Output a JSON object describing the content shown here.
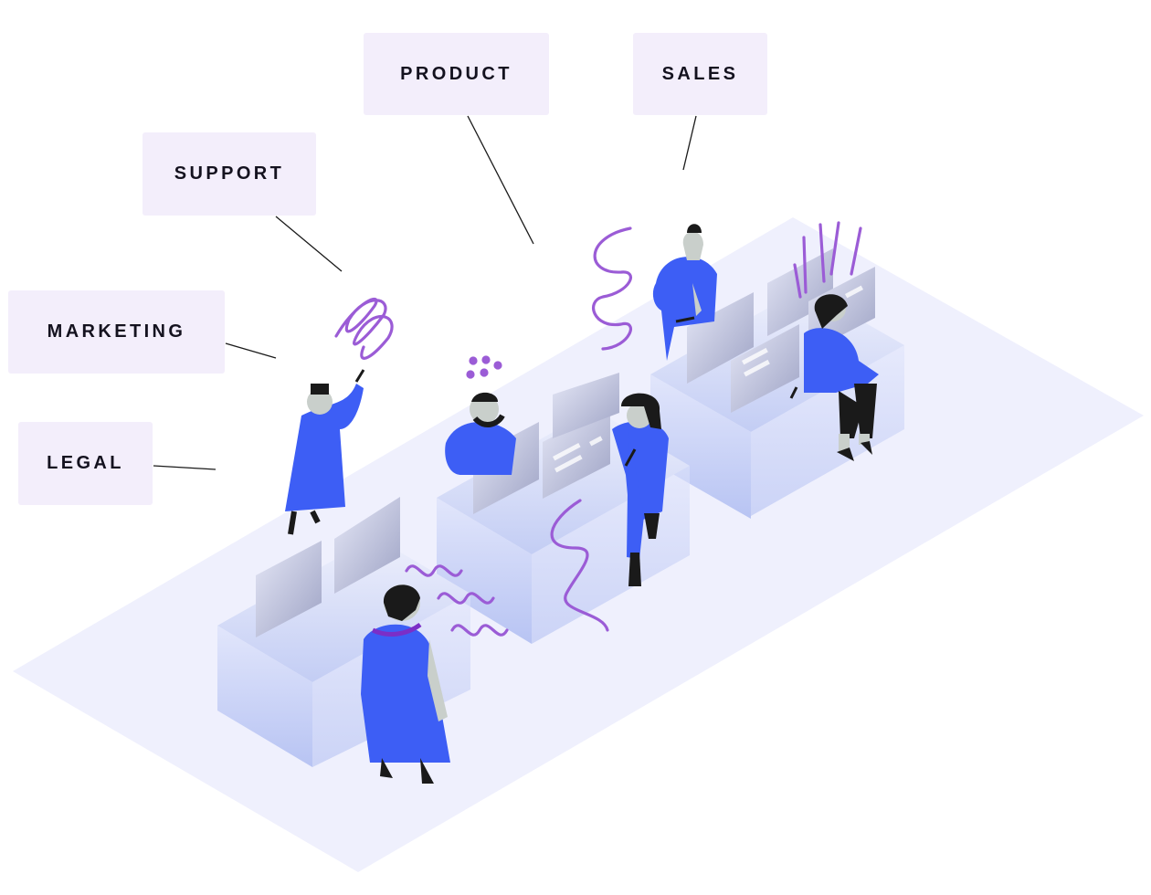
{
  "labels": {
    "product": "PRODUCT",
    "sales": "SALES",
    "support": "SUPPORT",
    "marketing": "MARKETING",
    "legal": "LEGAL"
  },
  "colors": {
    "label_background": "#f3eefb",
    "label_text": "#14121f",
    "floor": "#eff0fd",
    "desk": "#d8def8",
    "monitor": "#c9cde9",
    "figure": "#3d5ef5",
    "scribble": "#9b5cd6",
    "skin": "#c9cfcb"
  }
}
